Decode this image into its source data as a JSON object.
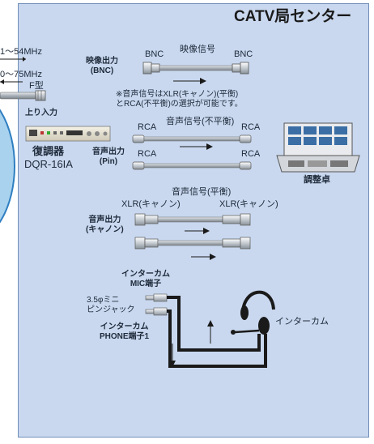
{
  "header": {
    "title": "CATV局センター"
  },
  "left_edge": {
    "freq_top": "1〜54MHz",
    "freq_bottom": "0〜75MHz",
    "connector_f": "F型",
    "uplink_input": "上り入力"
  },
  "demodulator": {
    "name": "復調器",
    "model": "DQR-16IA"
  },
  "video": {
    "output_label": "映像出力\n(BNC)",
    "connector_left": "BNC",
    "connector_right": "BNC",
    "signal_label": "映像信号"
  },
  "note": "※音声信号はXLR(キャノン)(平衡)\nとRCA(不平衡)の選択が可能です。",
  "audio_rca": {
    "output_label": "音声出力\n(Pin)",
    "signal_label": "音声信号(不平衡)",
    "rca_top_left": "RCA",
    "rca_top_right": "RCA",
    "rca_bottom_left": "RCA",
    "rca_bottom_right": "RCA"
  },
  "console": {
    "label": "調整卓"
  },
  "audio_xlr": {
    "signal_label": "音声信号(平衡)",
    "xlr_left": "XLR(キャノン)",
    "xlr_right": "XLR(キャノン)",
    "output_label": "音声出力\n(キャノン)"
  },
  "intercom": {
    "mic_terminal": "インターカム\nMIC端子",
    "mini_jack": "3.5φミニ\nピンジャック",
    "phone_terminal": "インターカム\nPHONE端子1",
    "headset_label": "インターカム"
  },
  "colors": {
    "panel_bg": "#c9d8ef",
    "panel_border": "#6f8db8",
    "bubble_fill": "#a9d2ee",
    "bubble_border": "#2f7fc1",
    "cable_gray": "#9fa6ad",
    "black": "#1a1a1a"
  }
}
